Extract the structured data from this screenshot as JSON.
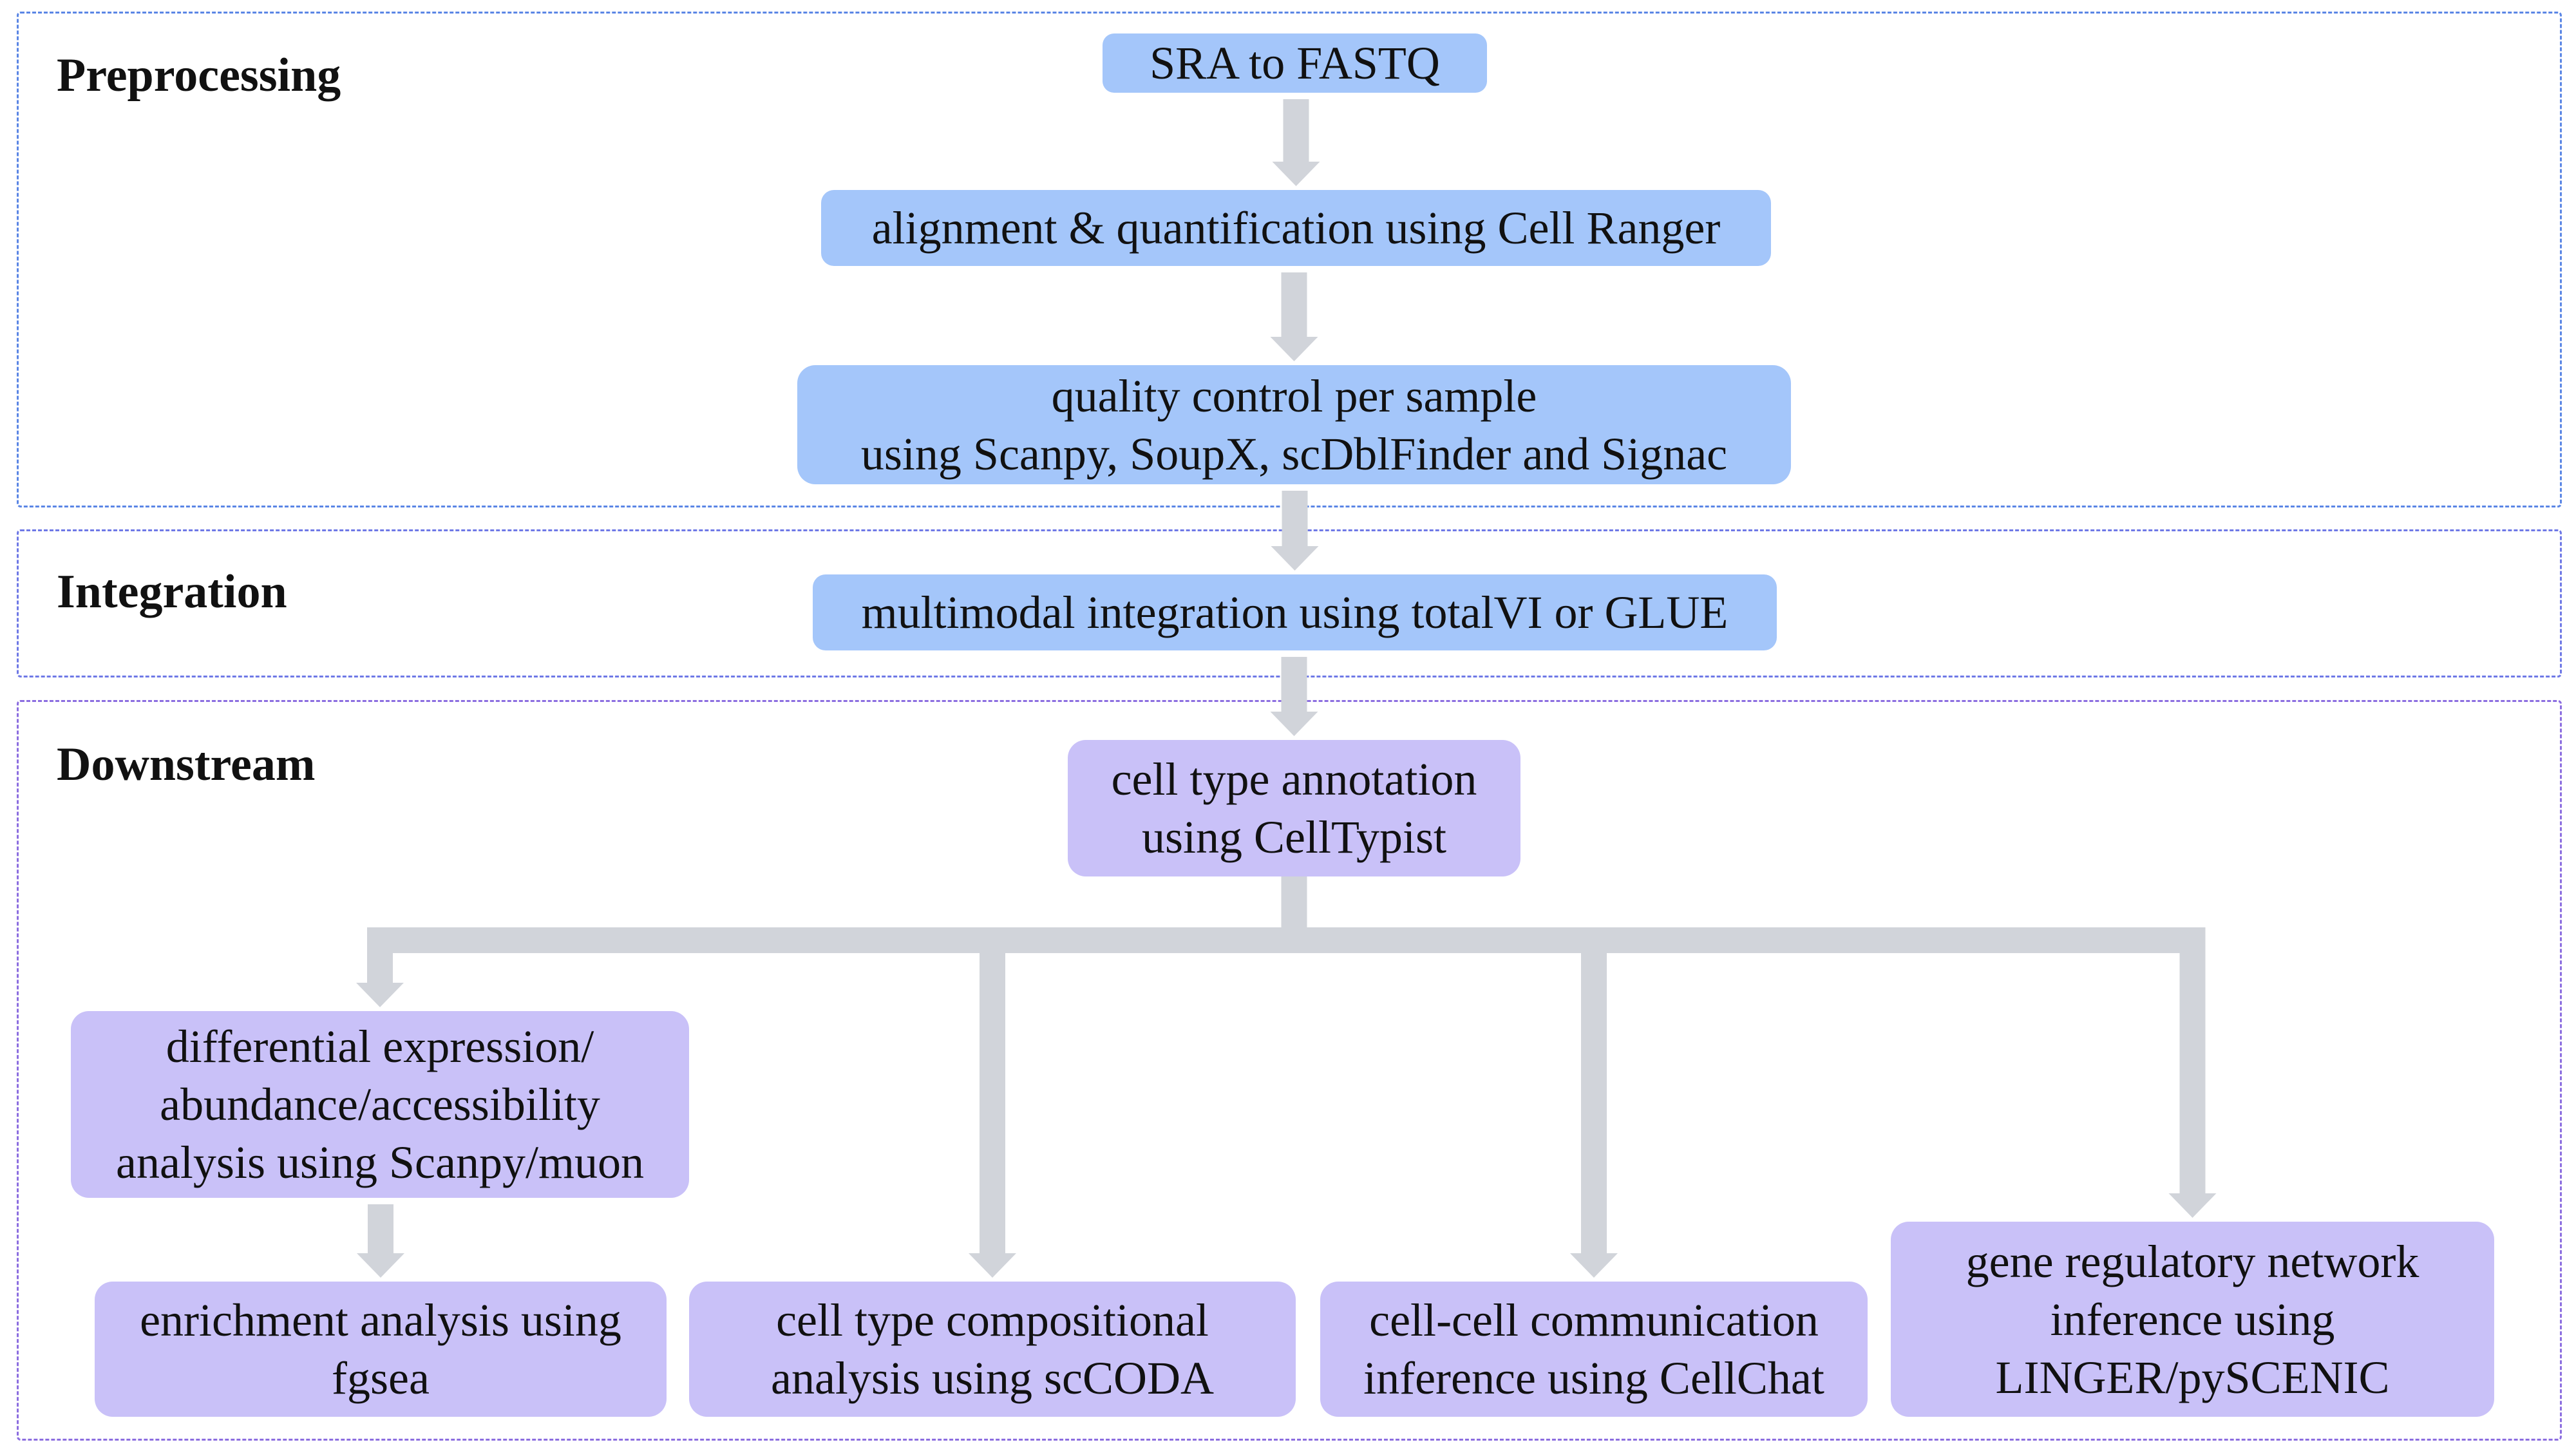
{
  "sections": {
    "preprocessing": {
      "title": "Preprocessing"
    },
    "integration": {
      "title": "Integration"
    },
    "downstream": {
      "title": "Downstream"
    }
  },
  "nodes": {
    "sra_to_fastq": {
      "lines": [
        "SRA to FASTQ"
      ]
    },
    "alignment": {
      "lines": [
        "alignment & quantification using Cell Ranger"
      ]
    },
    "quality_control": {
      "lines": [
        "quality control per sample",
        "using Scanpy, SoupX, scDblFinder and Signac"
      ]
    },
    "integration": {
      "lines": [
        "multimodal integration using totalVI or GLUE"
      ]
    },
    "annotation": {
      "lines": [
        "cell type annotation",
        "using CellTypist"
      ]
    },
    "differential": {
      "lines": [
        "differential expression/",
        "abundance/accessibility",
        "analysis using Scanpy/muon"
      ]
    },
    "enrichment": {
      "lines": [
        "enrichment analysis using",
        "fgsea"
      ]
    },
    "compositional": {
      "lines": [
        "cell type compositional",
        "analysis using scCODA"
      ]
    },
    "communication": {
      "lines": [
        "cell-cell communication",
        "inference using CellChat"
      ]
    },
    "grn": {
      "lines": [
        "gene regulatory network",
        "inference using",
        "LINGER/pySCENIC"
      ]
    }
  },
  "colors": {
    "preprocessing_node": "#a4c6fa",
    "downstream_node": "#c9c1f8",
    "connector": "#d1d4da",
    "preprocessing_border": "#5b86e5",
    "integration_border": "#6f79e6",
    "downstream_border": "#8c6ee0"
  },
  "edges": [
    [
      "sra_to_fastq",
      "alignment"
    ],
    [
      "alignment",
      "quality_control"
    ],
    [
      "quality_control",
      "integration"
    ],
    [
      "integration",
      "annotation"
    ],
    [
      "annotation",
      "differential"
    ],
    [
      "annotation",
      "compositional"
    ],
    [
      "annotation",
      "communication"
    ],
    [
      "annotation",
      "grn"
    ],
    [
      "differential",
      "enrichment"
    ]
  ]
}
